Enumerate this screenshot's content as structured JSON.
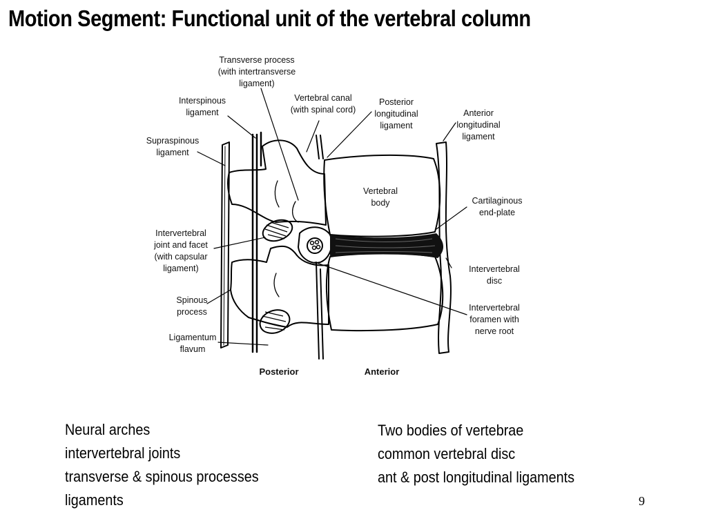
{
  "slide": {
    "title": "Motion Segment: Functional unit of the vertebral column",
    "page_number": "9"
  },
  "diagram": {
    "labels": {
      "transverse_process": "Transverse process\n(with intertransverse\nligament)",
      "interspinous": "Interspinous\nligament",
      "vertebral_canal": "Vertebral canal\n(with spinal cord)",
      "posterior_longitudinal": "Posterior\nlongitudinal\nligament",
      "anterior_longitudinal": "Anterior\nlongitudinal\nligament",
      "supraspinous": "Supraspinous\nligament",
      "vertebral_body": "Vertebral\nbody",
      "cartilaginous_end_plate": "Cartilaginous\nend-plate",
      "intervertebral_joint": "Intervertebral\njoint and facet\n(with capsular\nligament)",
      "intervertebral_disc": "Intervertebral\ndisc",
      "spinous_process": "Spinous\nprocess",
      "intervertebral_foramen": "Intervertebral\nforamen with\nnerve root",
      "ligamentum_flavum": "Ligamentum\nflavum",
      "posterior": "Posterior",
      "anterior": "Anterior"
    }
  },
  "left_column": [
    "Neural arches",
    "intervertebral joints",
    "transverse & spinous processes",
    "ligaments"
  ],
  "right_column": [
    "Two bodies of vertebrae",
    "common vertebral disc",
    "ant & post longitudinal ligaments"
  ]
}
